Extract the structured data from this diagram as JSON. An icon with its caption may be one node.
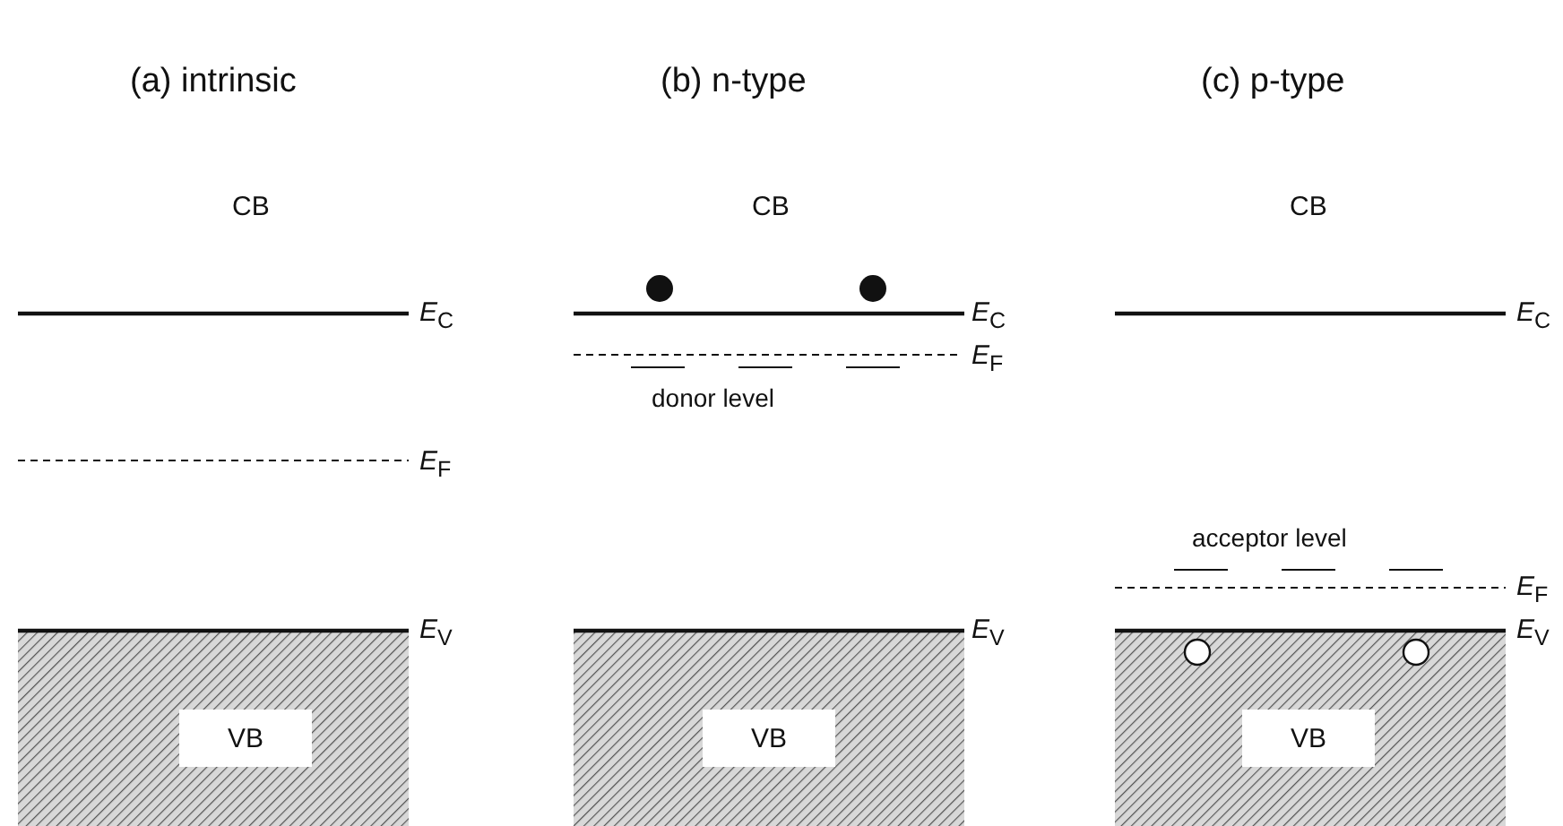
{
  "diagram": {
    "nodes": [
      {
        "text": [
          "VB"
        ]
      },
      {
        "text": [
          "VB"
        ]
      },
      {
        "text": [
          "VB"
        ]
      }
    ],
    "labels": [
      "(a) intrinsic",
      "(b) n-type",
      "(c) p-type",
      "CB",
      "CB",
      "CB",
      "*E*$_{C}$",
      "*E*$_{C}$",
      "*E*$_{C}$",
      "*E*$_{F}$",
      "donor level",
      "*E*$_{F}$",
      "acceptor level",
      "*E*$_{F}$",
      "*E*$_{V}$",
      "*E*$_{V}$",
      "*E*$_{V}$"
    ]
  }
}
